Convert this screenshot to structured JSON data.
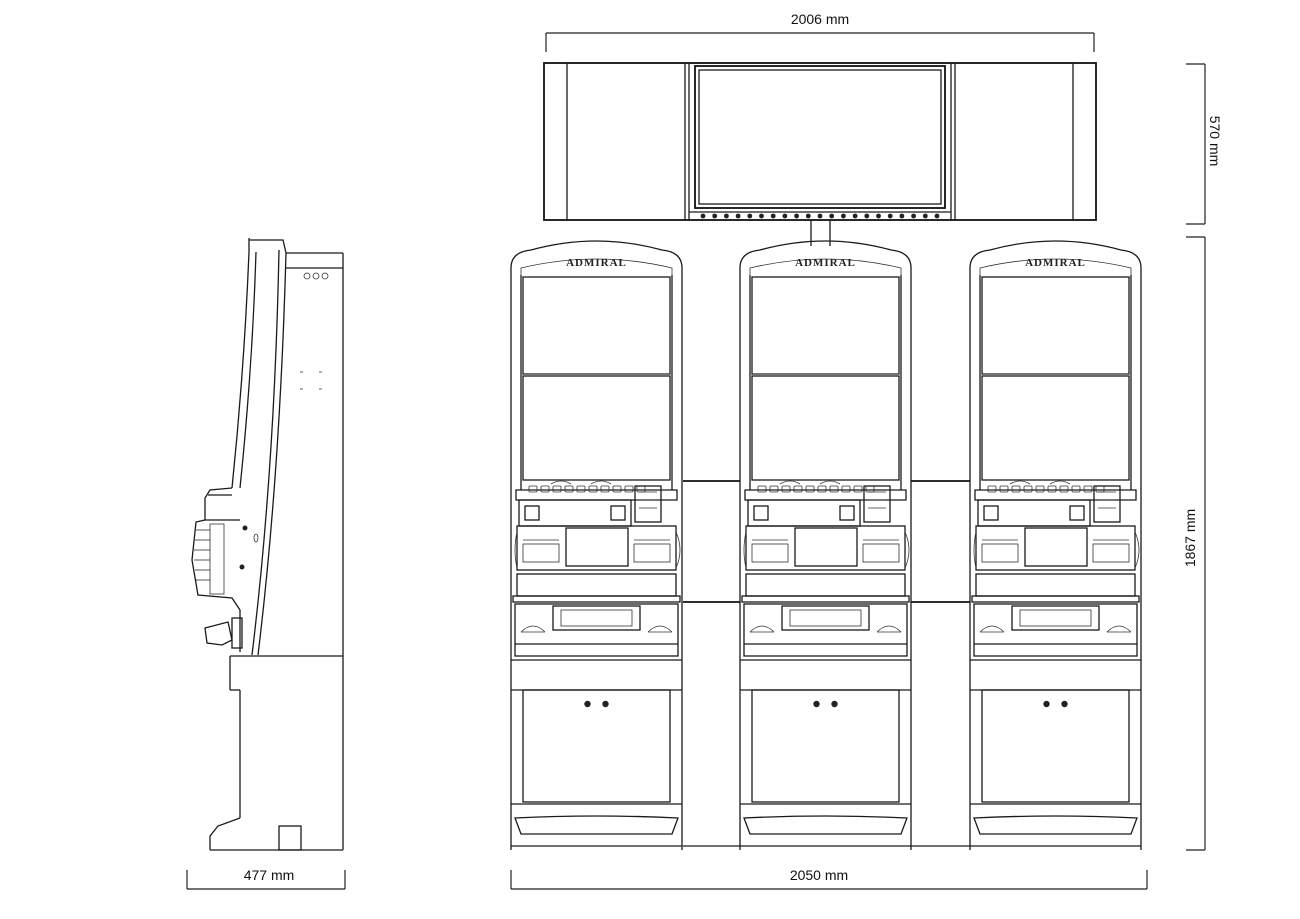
{
  "dimensions": {
    "topbox_width": "2006 mm",
    "topbox_height": "570 mm",
    "side_width": "477 mm",
    "cabinets_width": "2050 mm",
    "cabinet_height": "1867 mm"
  },
  "brand_label": "ADMIRAL",
  "cabinet_count": 3
}
